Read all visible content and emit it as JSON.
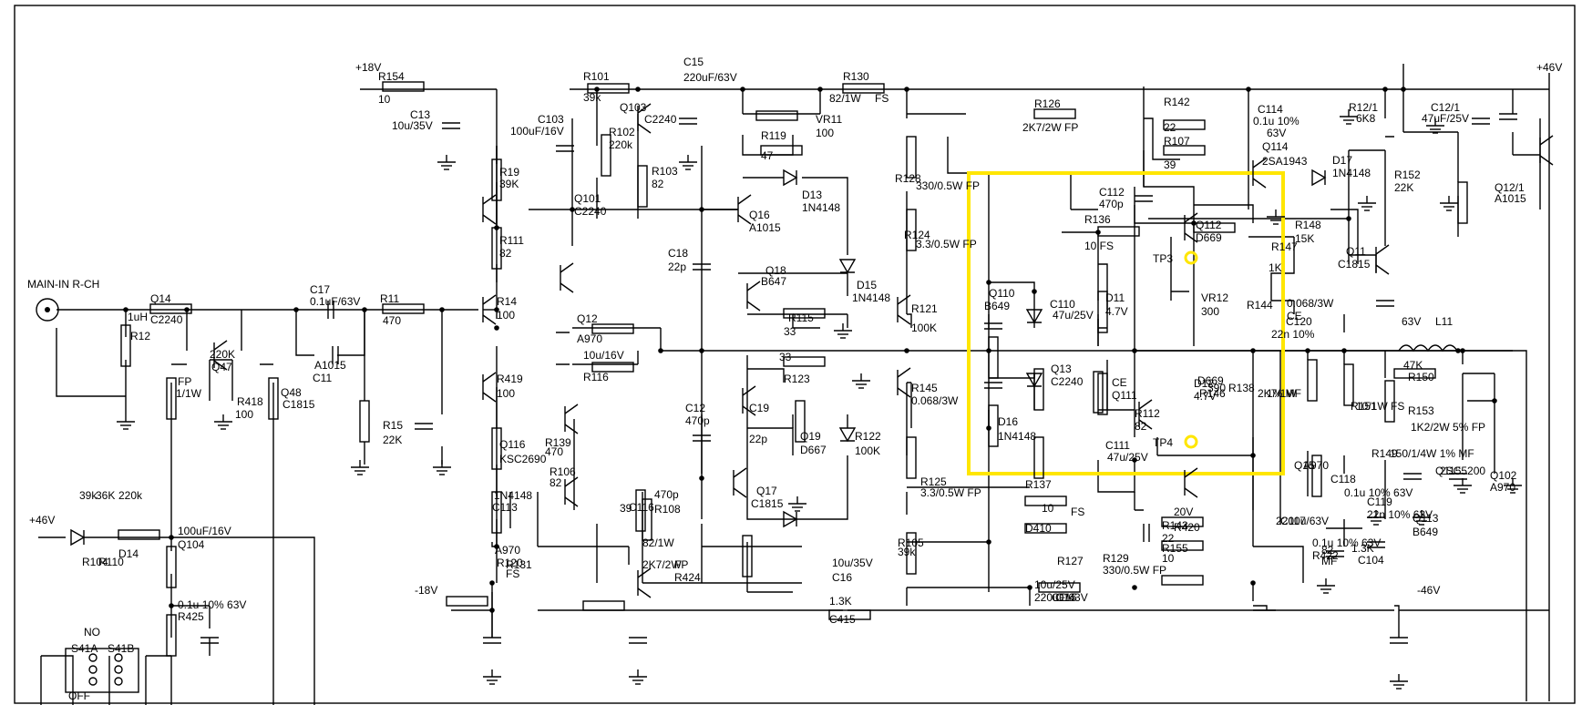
{
  "input": {
    "label": "MAIN-IN R-CH"
  },
  "rails": {
    "pos18": "+18V",
    "neg18": "-18V",
    "pos46": "+46V",
    "neg46": "-46V",
    "pos46_left": "+46V"
  },
  "switch": {
    "no": "NO",
    "off": "OFF",
    "s41a": "S41A",
    "s41b": "S41B"
  },
  "test_points": {
    "tp3": "TP3",
    "tp4": "TP4"
  },
  "highlight_color": "#ffe600",
  "labels": [
    {
      "t": "R154"
    },
    {
      "t": "10"
    },
    {
      "t": "C13"
    },
    {
      "t": "10u/35V"
    },
    {
      "t": "R101"
    },
    {
      "t": "39k"
    },
    {
      "t": "C15"
    },
    {
      "t": "220uF/63V"
    },
    {
      "t": "R130"
    },
    {
      "t": "82/1W"
    },
    {
      "t": "FS"
    },
    {
      "t": "C103"
    },
    {
      "t": "100uF/16V"
    },
    {
      "t": "Q103"
    },
    {
      "t": "C2240"
    },
    {
      "t": "R102"
    },
    {
      "t": "220k"
    },
    {
      "t": "VR11"
    },
    {
      "t": "100"
    },
    {
      "t": "R119"
    },
    {
      "t": "47"
    },
    {
      "t": "R126"
    },
    {
      "t": "2K7/2W FP"
    },
    {
      "t": "R142"
    },
    {
      "t": "22"
    },
    {
      "t": "C114"
    },
    {
      "t": "0.1u 10%"
    },
    {
      "t": "63V"
    },
    {
      "t": "R12/1"
    },
    {
      "t": "6K8"
    },
    {
      "t": "C12/1"
    },
    {
      "t": "47uF/25V"
    },
    {
      "t": "R107"
    },
    {
      "t": "39"
    },
    {
      "t": "Q114"
    },
    {
      "t": "2SA1943"
    },
    {
      "t": "D17"
    },
    {
      "t": "1N4148"
    },
    {
      "t": "R152"
    },
    {
      "t": "22K"
    },
    {
      "t": "Q12/1"
    },
    {
      "t": "A1015"
    },
    {
      "t": "R19"
    },
    {
      "t": "39K"
    },
    {
      "t": "Q101"
    },
    {
      "t": "C2240"
    },
    {
      "t": "R103"
    },
    {
      "t": "82"
    },
    {
      "t": "D13"
    },
    {
      "t": "1N4148"
    },
    {
      "t": "R128"
    },
    {
      "t": "330/0.5W FP"
    },
    {
      "t": "C112"
    },
    {
      "t": "470p"
    },
    {
      "t": "Q16"
    },
    {
      "t": "A1015"
    },
    {
      "t": "R136"
    },
    {
      "t": "10 FS"
    },
    {
      "t": "Q112"
    },
    {
      "t": "D669"
    },
    {
      "t": "R148"
    },
    {
      "t": "15K"
    },
    {
      "t": "R111"
    },
    {
      "t": "82"
    },
    {
      "t": "C18"
    },
    {
      "t": "22p"
    },
    {
      "t": "R124"
    },
    {
      "t": "3.3/0.5W FP"
    },
    {
      "t": "R147"
    },
    {
      "t": "1K"
    },
    {
      "t": "Q11"
    },
    {
      "t": "C1815"
    },
    {
      "t": "Q18"
    },
    {
      "t": "B647"
    },
    {
      "t": "D15"
    },
    {
      "t": "1N4148"
    },
    {
      "t": "C17"
    },
    {
      "t": "0.1uF/63V"
    },
    {
      "t": "Q14"
    },
    {
      "t": "C2240"
    },
    {
      "t": "R11"
    },
    {
      "t": "470"
    },
    {
      "t": "R14"
    },
    {
      "t": "100"
    },
    {
      "t": "Q12"
    },
    {
      "t": "A970"
    },
    {
      "t": "R115"
    },
    {
      "t": "33"
    },
    {
      "t": "R121"
    },
    {
      "t": "100K"
    },
    {
      "t": "Q110"
    },
    {
      "t": "B649"
    },
    {
      "t": "C110"
    },
    {
      "t": "47u/25V"
    },
    {
      "t": "D11"
    },
    {
      "t": "4.7V"
    },
    {
      "t": "VR12"
    },
    {
      "t": "300"
    },
    {
      "t": "R144"
    },
    {
      "t": "0.068/3W"
    },
    {
      "t": "CE"
    },
    {
      "t": "C120"
    },
    {
      "t": "22n 10%"
    },
    {
      "t": "63V"
    },
    {
      "t": "L11"
    },
    {
      "t": "1uH"
    },
    {
      "t": "R12"
    },
    {
      "t": "220K"
    },
    {
      "t": "Q47"
    },
    {
      "t": "A1015"
    },
    {
      "t": "C11"
    },
    {
      "t": "10u/16V"
    },
    {
      "t": "R116"
    },
    {
      "t": "33"
    },
    {
      "t": "R123"
    },
    {
      "t": "47K"
    },
    {
      "t": "R150"
    },
    {
      "t": "FP"
    },
    {
      "t": "1/1W"
    },
    {
      "t": "R418"
    },
    {
      "t": "100"
    },
    {
      "t": "Q48"
    },
    {
      "t": "C1815"
    },
    {
      "t": "R419"
    },
    {
      "t": "100"
    },
    {
      "t": "Q13"
    },
    {
      "t": "C2240"
    },
    {
      "t": "D12"
    },
    {
      "t": "4.7V"
    },
    {
      "t": "R138"
    },
    {
      "t": "390"
    },
    {
      "t": "R145"
    },
    {
      "t": "0.068/3W"
    },
    {
      "t": "CE"
    },
    {
      "t": "Q111"
    },
    {
      "t": "D669"
    },
    {
      "t": "R146"
    },
    {
      "t": "2K7/1W"
    },
    {
      "t": "1% MF"
    },
    {
      "t": "R153"
    },
    {
      "t": "1K2/2W 5% FP"
    },
    {
      "t": "R151"
    },
    {
      "t": "10/1W FS"
    },
    {
      "t": "R15"
    },
    {
      "t": "22K"
    },
    {
      "t": "C12"
    },
    {
      "t": "470p"
    },
    {
      "t": "C19"
    },
    {
      "t": "22p"
    },
    {
      "t": "Q19"
    },
    {
      "t": "D667"
    },
    {
      "t": "R122"
    },
    {
      "t": "100K"
    },
    {
      "t": "D16"
    },
    {
      "t": "1N4148"
    },
    {
      "t": "C111"
    },
    {
      "t": "47u/25V"
    },
    {
      "t": "Q116"
    },
    {
      "t": "KSC2690"
    },
    {
      "t": "R139"
    },
    {
      "t": "470"
    },
    {
      "t": "R112"
    },
    {
      "t": "82"
    },
    {
      "t": "Q15"
    },
    {
      "t": "A970"
    },
    {
      "t": "R149"
    },
    {
      "t": "150/1/4W 1% MF"
    },
    {
      "t": "C118"
    },
    {
      "t": "0.1u 10% 63V"
    },
    {
      "t": "C119"
    },
    {
      "t": "22n 10% 63V"
    },
    {
      "t": "Q113"
    },
    {
      "t": "B649"
    },
    {
      "t": "Q115"
    },
    {
      "t": "2SC5200"
    },
    {
      "t": "Q102"
    },
    {
      "t": "A970"
    },
    {
      "t": "R106"
    },
    {
      "t": "82"
    },
    {
      "t": "Q17"
    },
    {
      "t": "C1815"
    },
    {
      "t": "R125"
    },
    {
      "t": "3.3/0.5W FP"
    },
    {
      "t": "R137"
    },
    {
      "t": "FS"
    },
    {
      "t": "10"
    },
    {
      "t": "D410"
    },
    {
      "t": "20V"
    },
    {
      "t": "R420"
    },
    {
      "t": "36K"
    },
    {
      "t": "R110"
    },
    {
      "t": "39k"
    },
    {
      "t": "R104"
    },
    {
      "t": "220k"
    },
    {
      "t": "D14"
    },
    {
      "t": "1N4148"
    },
    {
      "t": "C113"
    },
    {
      "t": "470p"
    },
    {
      "t": "R108"
    },
    {
      "t": "39"
    },
    {
      "t": "C116"
    },
    {
      "t": "2200u/63V"
    },
    {
      "t": "C117"
    },
    {
      "t": "0.1u 10% 63V"
    },
    {
      "t": "R422"
    },
    {
      "t": "1.3K"
    },
    {
      "t": "C104"
    },
    {
      "t": "100uF/16V"
    },
    {
      "t": "Q104"
    },
    {
      "t": "A970"
    },
    {
      "t": "R120"
    },
    {
      "t": "82"
    },
    {
      "t": "MF"
    },
    {
      "t": "R129"
    },
    {
      "t": "330/0.5W FP"
    },
    {
      "t": "R127"
    },
    {
      "t": "R143"
    },
    {
      "t": "22"
    },
    {
      "t": "R155"
    },
    {
      "t": "10"
    },
    {
      "t": "R105"
    },
    {
      "t": "39k"
    },
    {
      "t": "R131"
    },
    {
      "t": "FS"
    },
    {
      "t": "82/1W"
    },
    {
      "t": "2K7/2W"
    },
    {
      "t": "FP"
    },
    {
      "t": "R424"
    },
    {
      "t": "1.3K"
    },
    {
      "t": "C415"
    },
    {
      "t": "10u/25V"
    },
    {
      "t": "C14"
    },
    {
      "t": "10u/35V"
    },
    {
      "t": "C16"
    },
    {
      "t": "220uF/63V"
    },
    {
      "t": "C115"
    },
    {
      "t": "0.1u 10% 63V"
    },
    {
      "t": "R425"
    }
  ]
}
